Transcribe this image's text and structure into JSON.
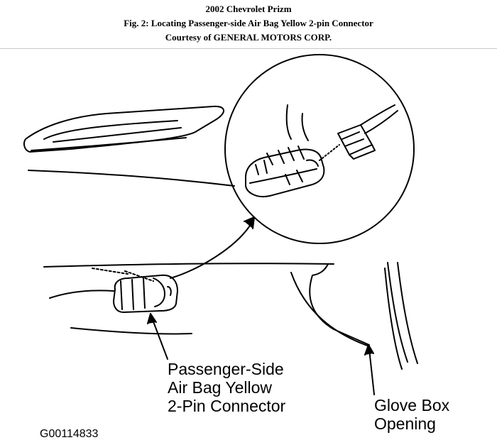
{
  "header": {
    "vehicle": "2002 Chevrolet Prizm",
    "figure_caption": "Fig. 2: Locating Passenger-side Air Bag Yellow 2-pin Connector",
    "courtesy": "Courtesy of GENERAL MOTORS CORP."
  },
  "labels": {
    "connector_line1": "Passenger-Side",
    "connector_line2": "Air Bag Yellow",
    "connector_line3": "2-Pin Connector",
    "glovebox_line1": "Glove Box",
    "glovebox_line2": "Opening"
  },
  "figure_code": "G00114833"
}
